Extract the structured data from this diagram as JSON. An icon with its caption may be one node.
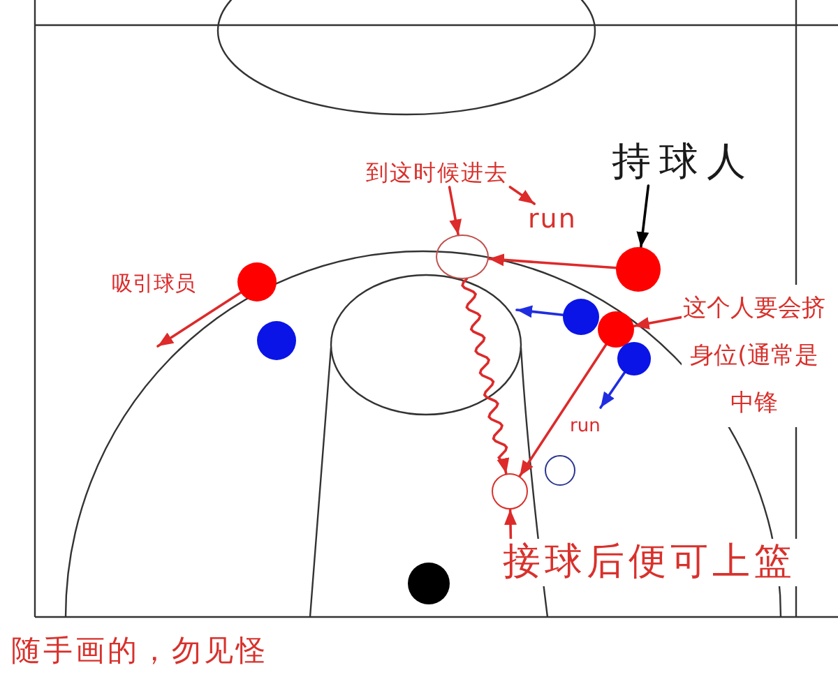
{
  "diagram": {
    "nodes": [
      {
        "text": [
          "持球人"
        ]
      },
      {
        "text": [
          "到这时候进去"
        ]
      },
      {
        "text": [
          "run"
        ]
      },
      {
        "text": [],
        "shape": "circle"
      },
      {
        "text": [],
        "shape": "circle"
      },
      {
        "text": [],
        "shape": "circle"
      },
      {
        "text": [],
        "shape": "circle"
      },
      {
        "text": [],
        "shape": "circle"
      },
      {
        "text": [],
        "shape": "circle"
      },
      {
        "text": [
          "这个人要会挤身位(通常是中锋"
        ]
      },
      {
        "text": [],
        "shape": "circle"
      },
      {
        "text": [],
        "shape": "circle"
      },
      {
        "text": [],
        "shape": "circle"
      },
      {
        "text": [
          "接球后便可上篮"
        ]
      },
      {
        "text": [],
        "shape": "circle"
      }
    ],
    "edges": [
      {
        "from": 0,
        "to": 3,
        "arrow": "to",
        "color": "#000000"
      },
      {
        "from": 1,
        "to": 4,
        "arrow": "to"
      },
      {
        "from": 1,
        "to": 2,
        "arrow": "to"
      },
      {
        "from": 3,
        "to": 4,
        "arrow": "to"
      },
      {
        "from": 4,
        "to": 12,
        "arrow": "to"
      },
      {
        "from": 5,
        "to": null,
        "arrow": "to",
        "label": "吸引球员"
      },
      {
        "from": 7,
        "to": null,
        "arrow": "to",
        "color": "#1f2de0"
      },
      {
        "from": 9,
        "to": 8,
        "arrow": "to"
      },
      {
        "from": 8,
        "to": 12,
        "arrow": "to",
        "label": "run"
      },
      {
        "from": 10,
        "to": null,
        "arrow": "to",
        "color": "#1f2de0"
      },
      {
        "from": 13,
        "to": 12,
        "arrow": "to"
      }
    ],
    "labels": [
      "随手画的，勿见怪"
    ]
  }
}
